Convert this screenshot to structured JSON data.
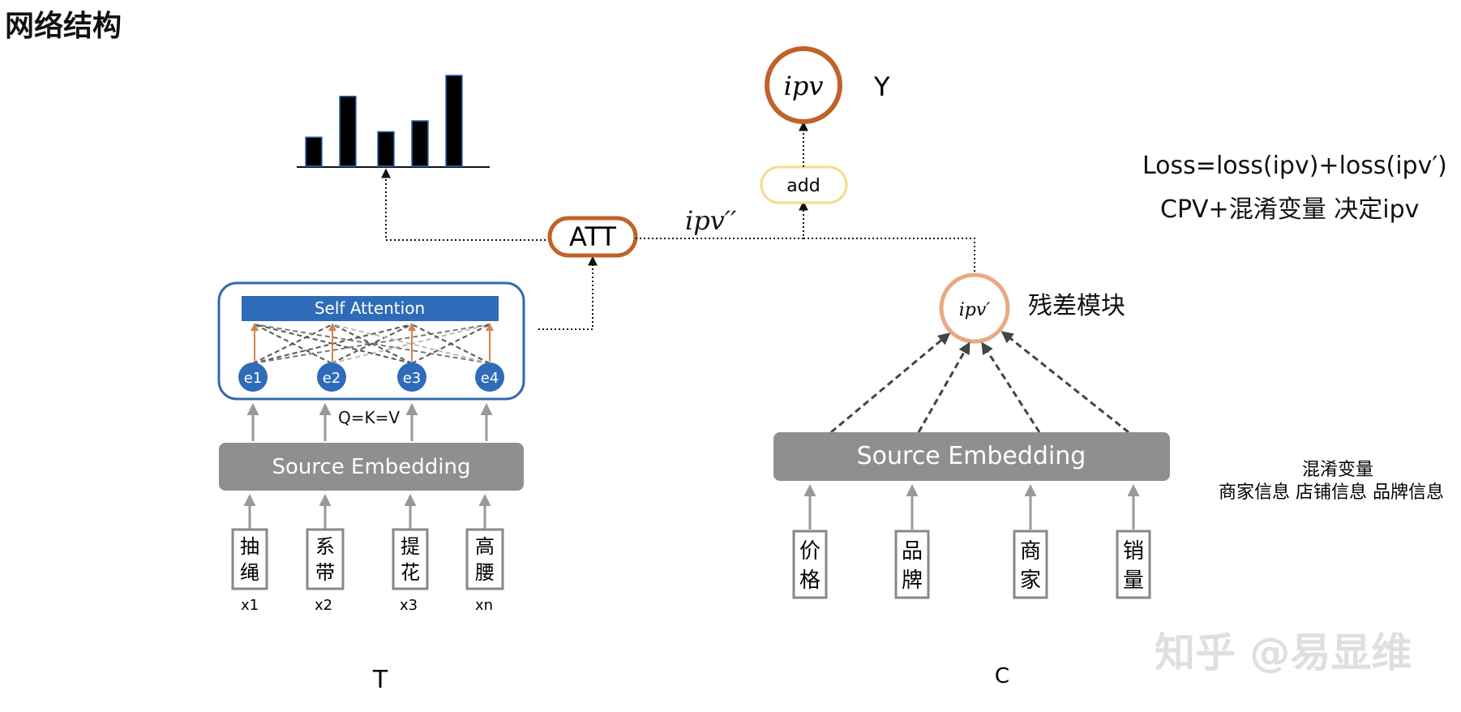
{
  "page": {
    "title": "网络结构"
  },
  "left_branch": {
    "self_attention_label": "Self Attention",
    "nodes": [
      {
        "label": "e1"
      },
      {
        "label": "e2"
      },
      {
        "label": "e3"
      },
      {
        "label": "e4"
      }
    ],
    "qkv_label": "Q=K=V",
    "embedding_label": "Source Embedding",
    "inputs": [
      {
        "chars": [
          "抽",
          "绳"
        ],
        "var": "x1"
      },
      {
        "chars": [
          "系",
          "带"
        ],
        "var": "x2"
      },
      {
        "chars": [
          "提",
          "花"
        ],
        "var": "x3"
      },
      {
        "chars": [
          "高",
          "腰"
        ],
        "var": "xn"
      }
    ],
    "branch_label": "T",
    "attention_bars": [
      0.32,
      0.77,
      0.38,
      0.5,
      1.0
    ]
  },
  "center": {
    "att_label": "ATT",
    "ipv2_label": "ipv′′",
    "add_label": "add",
    "output_label": "ipv",
    "y_label": "Y"
  },
  "right_branch": {
    "residual_node_label": "ipv′",
    "residual_module_label": "残差模块",
    "embedding_label": "Source Embedding",
    "inputs": [
      {
        "chars": [
          "价",
          "格"
        ]
      },
      {
        "chars": [
          "品",
          "牌"
        ]
      },
      {
        "chars": [
          "商",
          "家"
        ]
      },
      {
        "chars": [
          "销",
          "量"
        ]
      }
    ],
    "branch_label": "C"
  },
  "notes": {
    "loss_formula": "Loss=loss(ipv)+loss(ipv′)",
    "cpv_line": "CPV+混淆变量  决定ipv",
    "confounder_title": "混淆变量",
    "confounder_items": "商家信息 店铺信息 品牌信息"
  },
  "watermark": "知乎 @易显维",
  "colors": {
    "orange_ring": "#c0622a",
    "light_orange_ring": "#e8a982",
    "yellow_ring": "#f3dc8c",
    "blue_box_border": "#2f6aad",
    "blue_bar": "#2e6bb8",
    "blue_node": "#2e6bb8",
    "gray_block": "#8f8f8f",
    "arrow_orange": "#d1864e"
  }
}
